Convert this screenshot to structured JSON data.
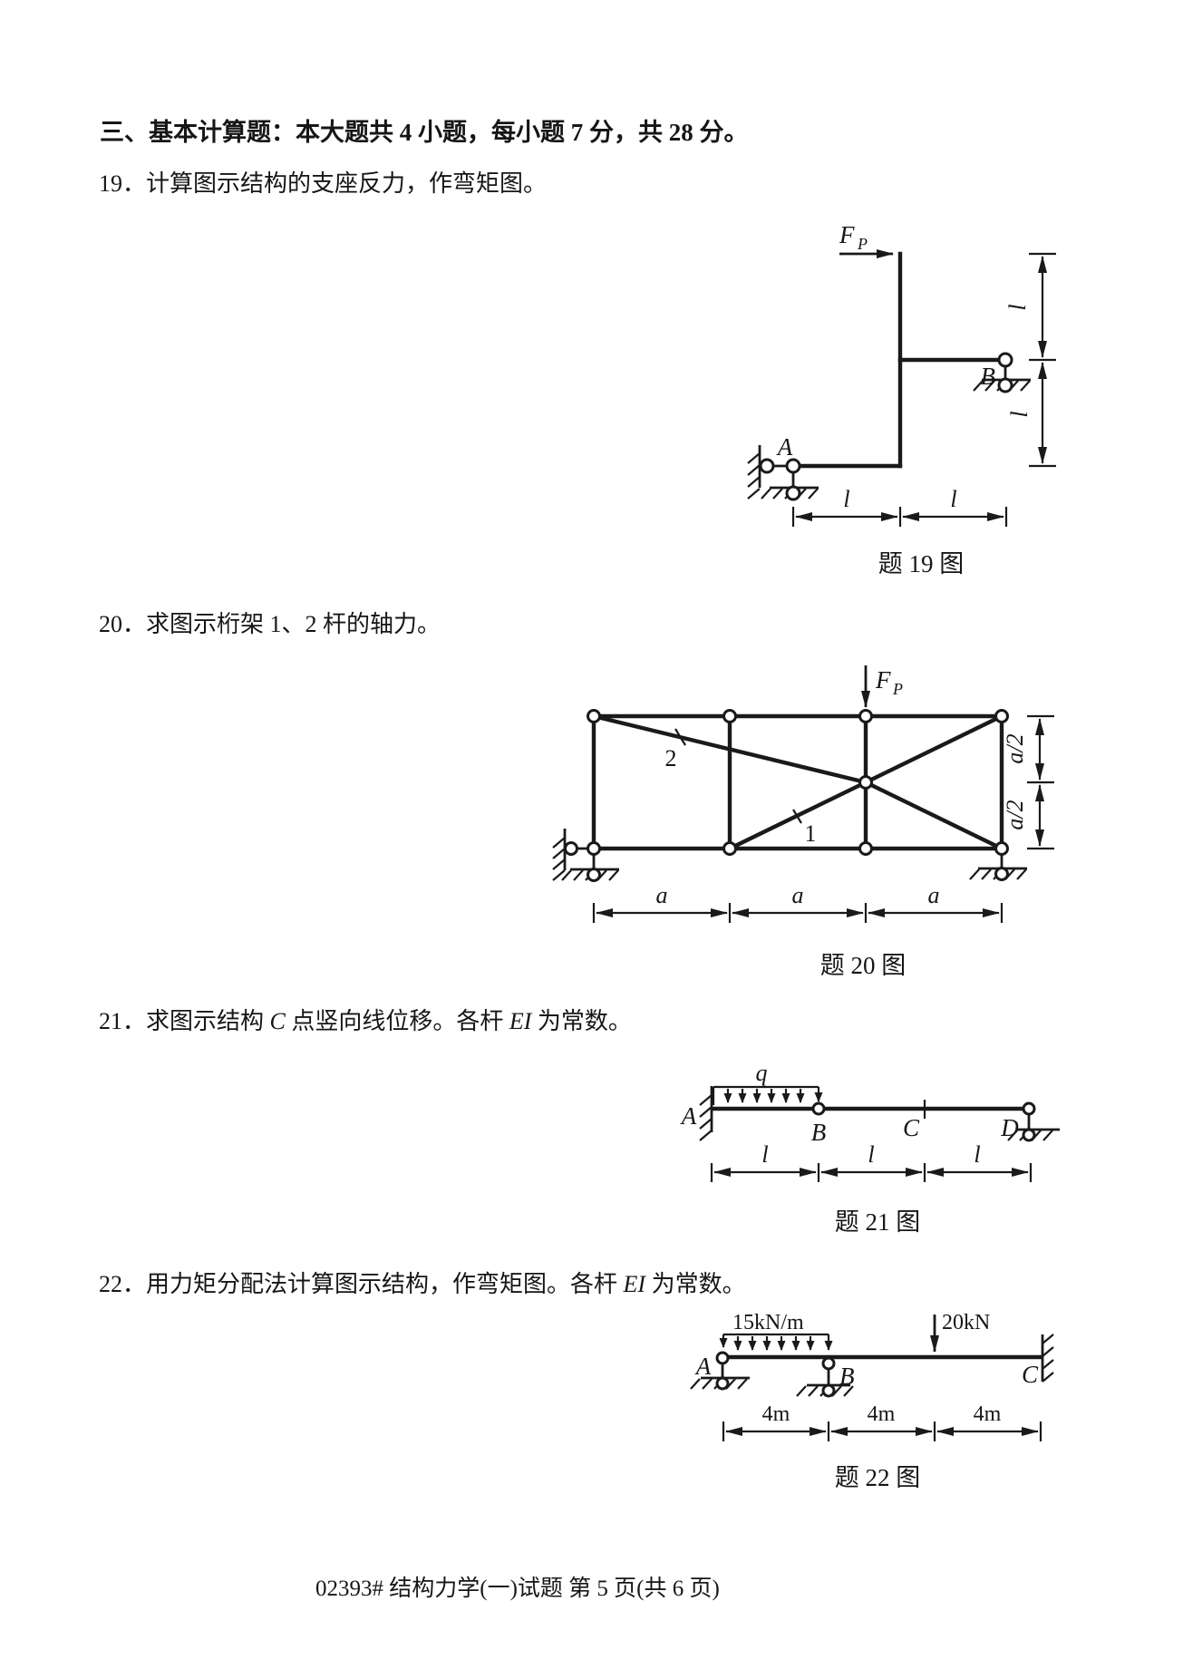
{
  "section": {
    "title": "三、基本计算题：本大题共 4 小题，每小题 7 分，共 28 分。"
  },
  "footer": {
    "text": "02393# 结构力学(一)试题 第 5 页(共 6 页)"
  },
  "p19": {
    "line": "19．计算图示结构的支座反力，作弯矩图。",
    "caption": "题 19 图",
    "f_main": "F",
    "f_sub": "P",
    "node_a": "A",
    "node_b": "B",
    "dim_l": "l"
  },
  "p20": {
    "line": "20．求图示桁架 1、2 杆的轴力。",
    "caption": "题 20 图",
    "f_main": "F",
    "f_sub": "P",
    "bar_1": "1",
    "bar_2": "2",
    "dim_a": "a",
    "dim_half": "a/2"
  },
  "p21": {
    "t1": "21．求图示结构 ",
    "t2": "C",
    "t3": " 点竖向线位移。各杆 ",
    "t4": "EI",
    "t5": " 为常数。",
    "caption": "题 21 图",
    "load_q": "q",
    "node_a": "A",
    "node_b": "B",
    "node_c": "C",
    "node_d": "D",
    "dim_l": "l"
  },
  "p22": {
    "t1": "22．用力矩分配法计算图示结构，作弯矩图。各杆 ",
    "t2": "EI",
    "t3": " 为常数。",
    "caption": "题 22 图",
    "load_dist": "15kN/m",
    "load_point": "20kN",
    "node_a": "A",
    "node_b": "B",
    "node_c": "C",
    "dim_span": "4m"
  }
}
